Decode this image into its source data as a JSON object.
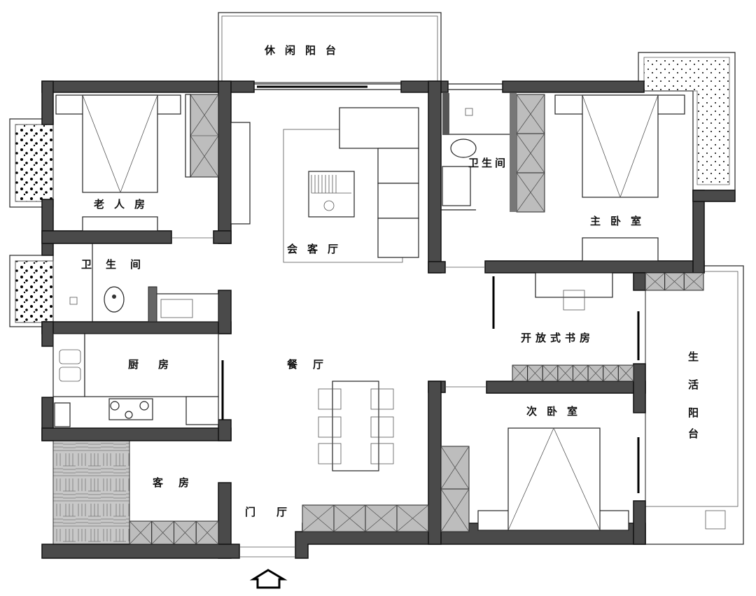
{
  "floor_plan": {
    "rooms": {
      "leisure_balcony": "休闲阳台",
      "elderly_room": "老人房",
      "bathroom_left": "卫生间",
      "living_room": "会客厅",
      "bathroom_master": "卫生间",
      "master_bedroom": "主卧室",
      "kitchen": "厨房",
      "dining_room": "餐厅",
      "open_study": "开放式书房",
      "utility_balcony": [
        "生",
        "活",
        "阳",
        "台"
      ],
      "second_bedroom": "次卧室",
      "guest_room": "客房",
      "foyer": "门厅"
    },
    "entrance_icon": "entrance-arrow-icon",
    "colors": {
      "wall": "#4a4a4a",
      "wardrobe": "#bdbdbd",
      "line": "#222222"
    }
  }
}
